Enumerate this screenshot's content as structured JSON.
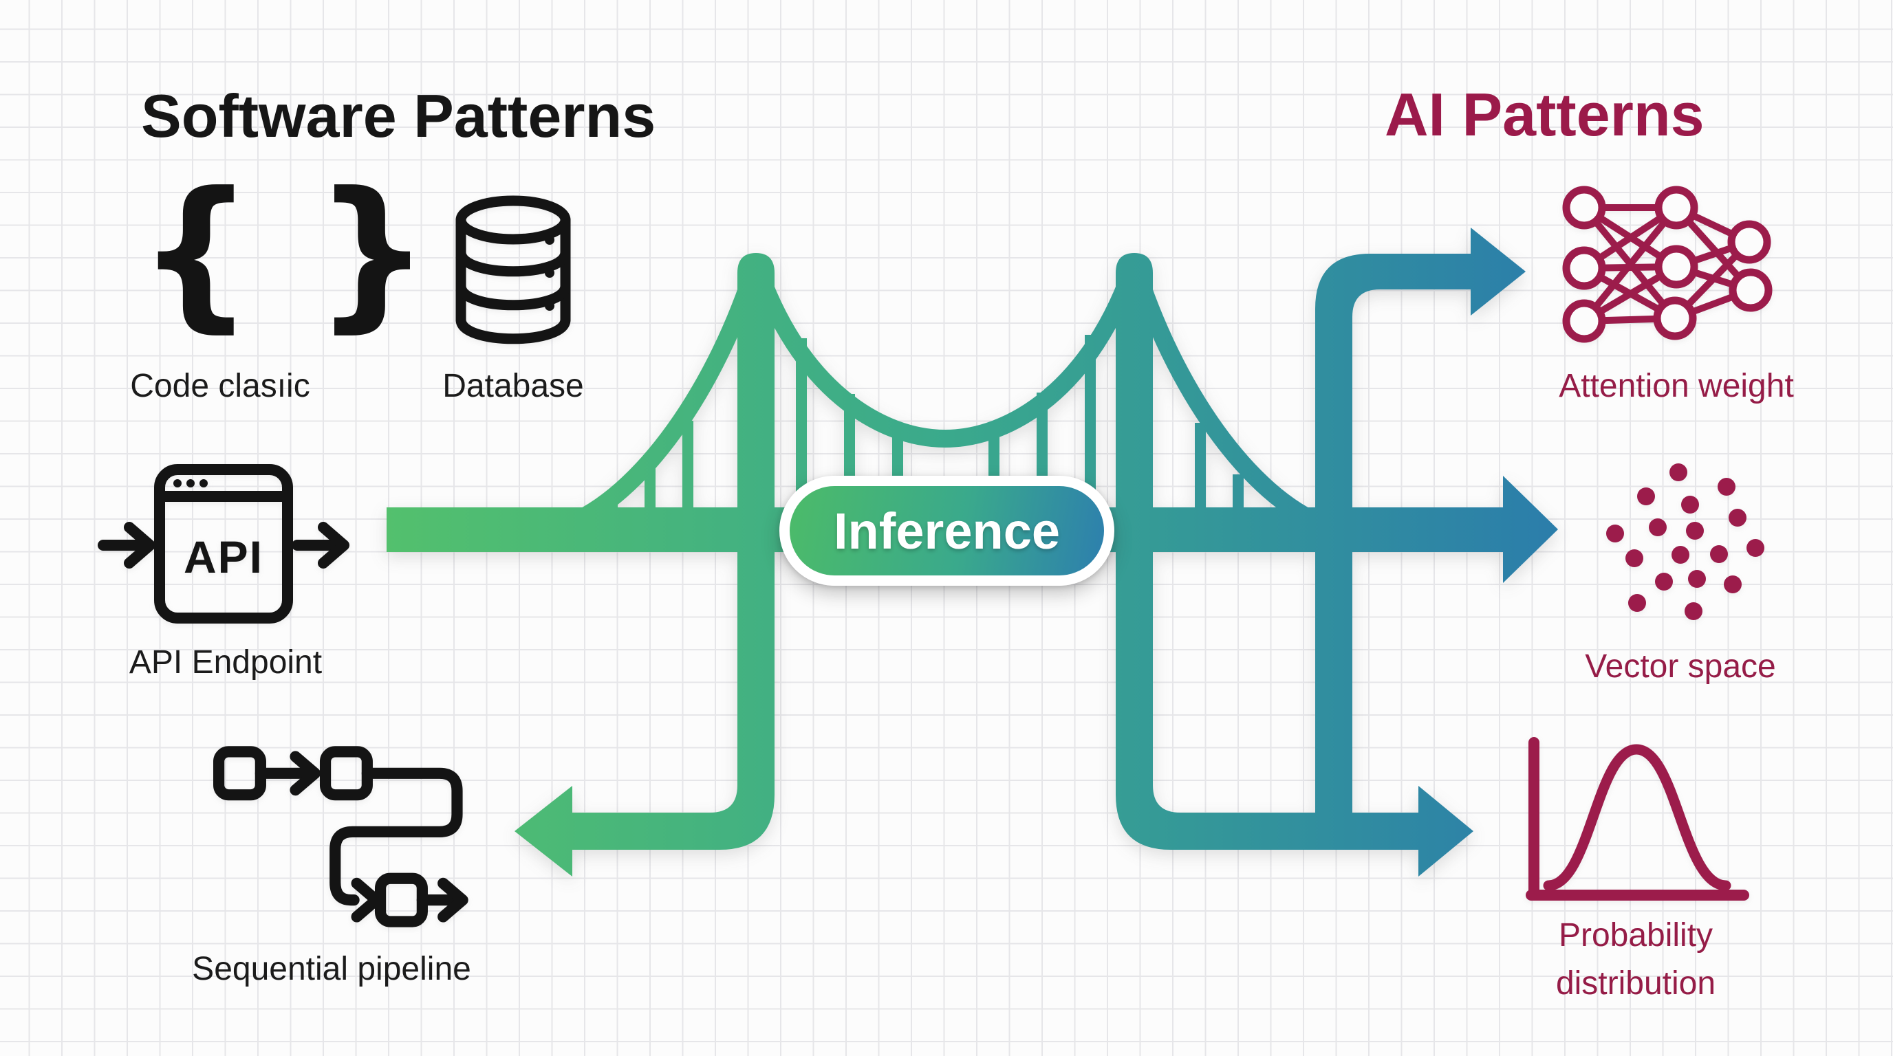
{
  "left": {
    "title": "Software Patterns",
    "items": [
      {
        "icon": "curly-braces-icon",
        "icon_glyph": "{ }",
        "label": "Code clasıic"
      },
      {
        "icon": "database-icon",
        "label": "Database"
      },
      {
        "icon": "api-browser-icon",
        "icon_text": "API",
        "label": "API Endpoint"
      },
      {
        "icon": "sequential-pipeline-icon",
        "label": "Sequential pipeline"
      }
    ]
  },
  "right": {
    "title": "AI Patterns",
    "items": [
      {
        "icon": "neural-network-icon",
        "label": "Attention weight"
      },
      {
        "icon": "vector-scatter-icon",
        "label": "Vector space"
      },
      {
        "icon": "bell-curve-icon",
        "label": "Probability distribution"
      }
    ]
  },
  "bridge": {
    "label": "Inference",
    "description": "suspension-bridge with green-to-teal gradient flows"
  },
  "colors": {
    "background": "#fcfcfc",
    "grid_line": "#e6e6e9",
    "black_ink": "#161616",
    "green": "#53c06d",
    "teal_mid": "#3aa98c",
    "blue_teal": "#2b7dab",
    "maroon_icon": "#9c1c4b",
    "maroon_text": "#951c47",
    "pill_text": "#ffffff"
  }
}
